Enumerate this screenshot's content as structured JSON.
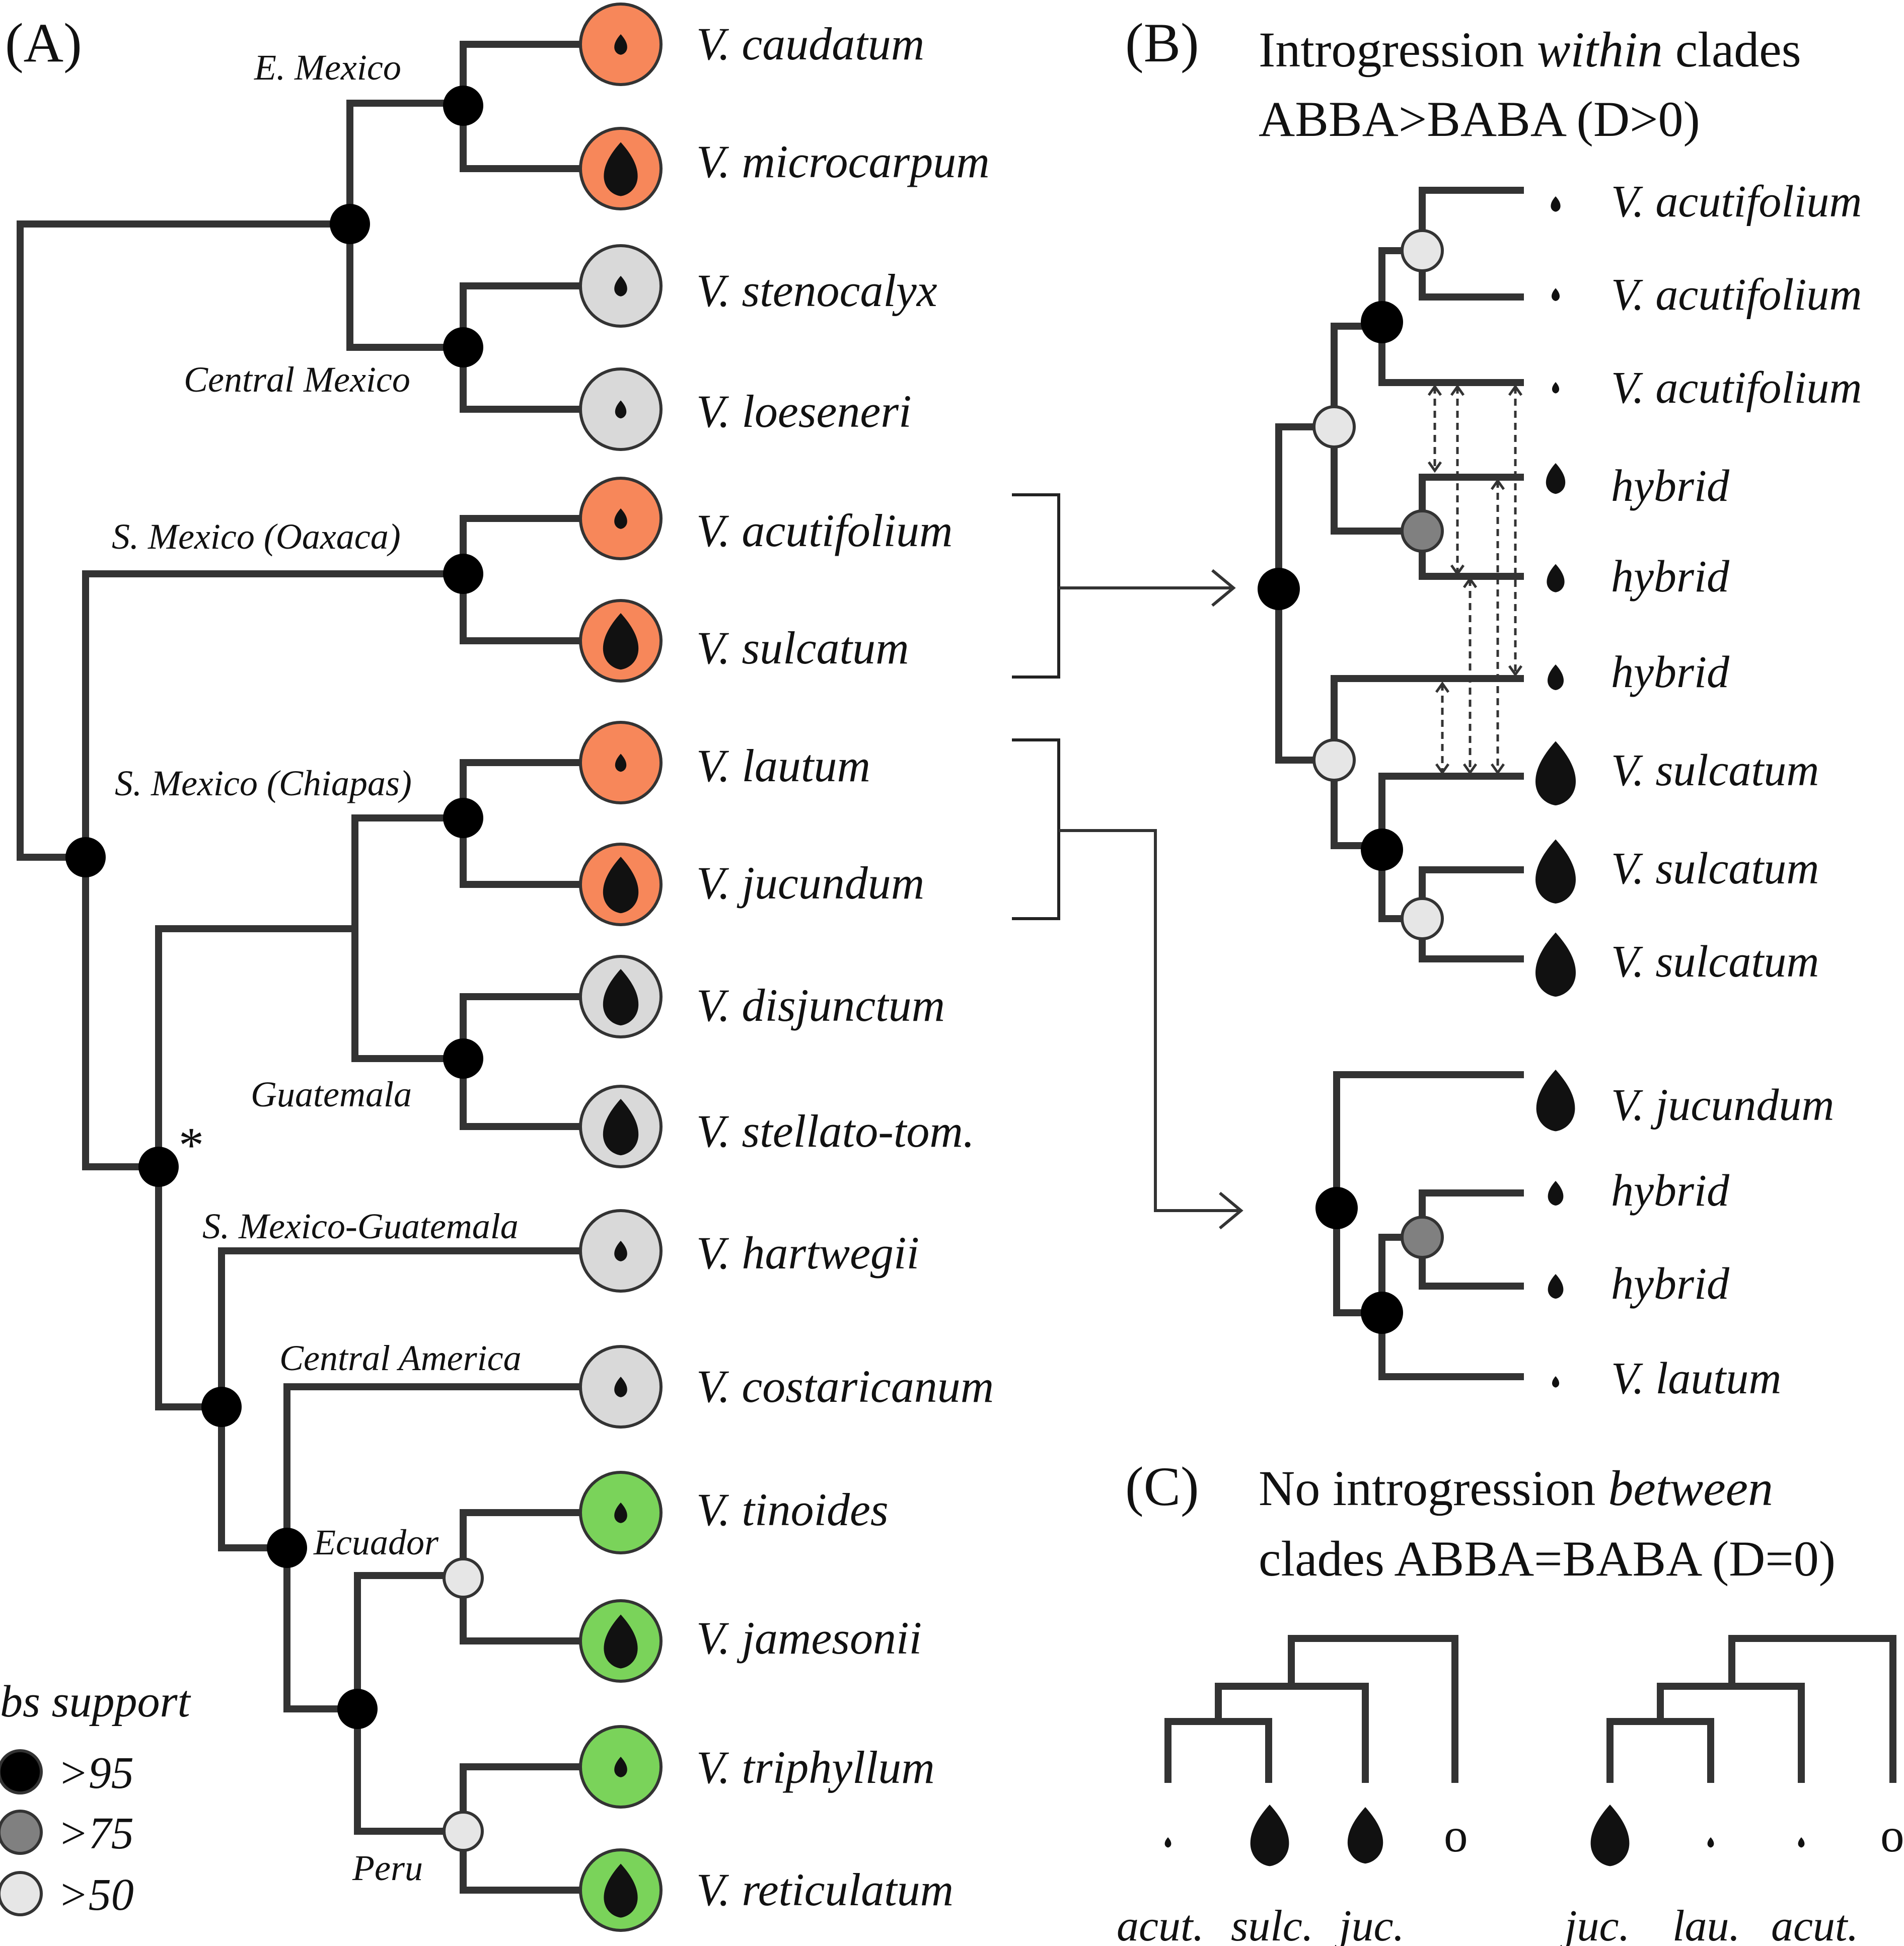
{
  "panels": {
    "A": "(A)",
    "B": "(B)",
    "C": "(C)"
  },
  "panel_b": {
    "title_line1_a": "Introgression ",
    "title_line1_b": "within",
    "title_line1_c": " clades",
    "title_line2": "ABBA>BABA (D>0)",
    "top_tips": [
      "V. acutifolium",
      "V. acutifolium",
      "V. acutifolium",
      "hybrid",
      "hybrid",
      "hybrid",
      "V. sulcatum",
      "V. sulcatum",
      "V. sulcatum"
    ],
    "bottom_tips": [
      "V. jucundum",
      "hybrid",
      "hybrid",
      "V. lautum"
    ]
  },
  "panel_c": {
    "title_line1_a": "No introgression ",
    "title_line1_b": "between",
    "title_line2": "clades ABBA=BABA (D=0)",
    "tree1_labels": [
      "acut.",
      "sulc.",
      "juc."
    ],
    "tree2_labels": [
      "juc.",
      "lau.",
      "acut."
    ],
    "outgroup": "o"
  },
  "panel_a": {
    "taxa": [
      "V. caudatum",
      "V. microcarpum",
      "V. stenocalyx",
      "V. loeseneri",
      "V. acutifolium",
      "V. sulcatum",
      "V. lautum",
      "V. jucundum",
      "V. disjunctum",
      "V. stellato-tom.",
      "V. hartwegii",
      "V. costaricanum",
      "V. tinoides",
      "V. jamesonii",
      "V. triphyllum",
      "V. reticulatum"
    ],
    "regions": {
      "e_mexico": "E. Mexico",
      "central_mexico": "Central Mexico",
      "s_mexico_oaxaca": "S. Mexico (Oaxaca)",
      "s_mexico_chiapas": "S. Mexico (Chiapas)",
      "guatemala": "Guatemala",
      "s_mexico_guatemala": "S. Mexico-Guatemala",
      "central_america": "Central America",
      "ecuador": "Ecuador",
      "peru": "Peru"
    },
    "asterisk": "*",
    "colors": {
      "orange": "#f7875a",
      "gray": "#d9d9d9",
      "green": "#7ad35a"
    }
  },
  "legend": {
    "title": "bs support",
    "items": [
      ">95",
      ">75",
      ">50"
    ],
    "colors": [
      "#000000",
      "#808080",
      "#e6e6e6"
    ]
  }
}
